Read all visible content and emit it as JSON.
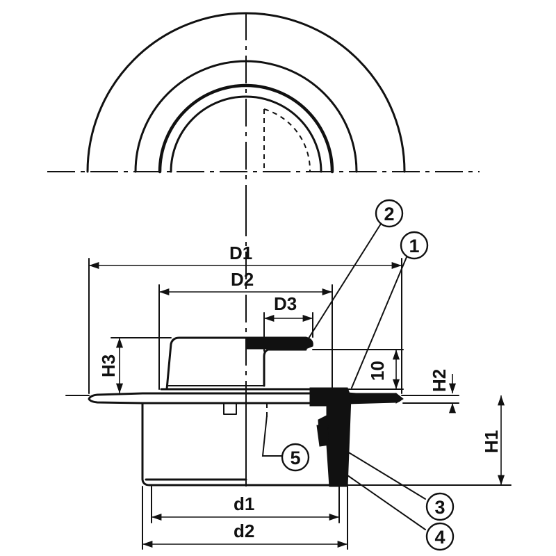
{
  "dimensions": {
    "D1": "D1",
    "D2": "D2",
    "D3": "D3",
    "H1": "H1",
    "H2": "H2",
    "H3": "H3",
    "d1": "d1",
    "d2": "d2",
    "ten": "10"
  },
  "parts": [
    "1",
    "2",
    "3",
    "4",
    "5"
  ]
}
